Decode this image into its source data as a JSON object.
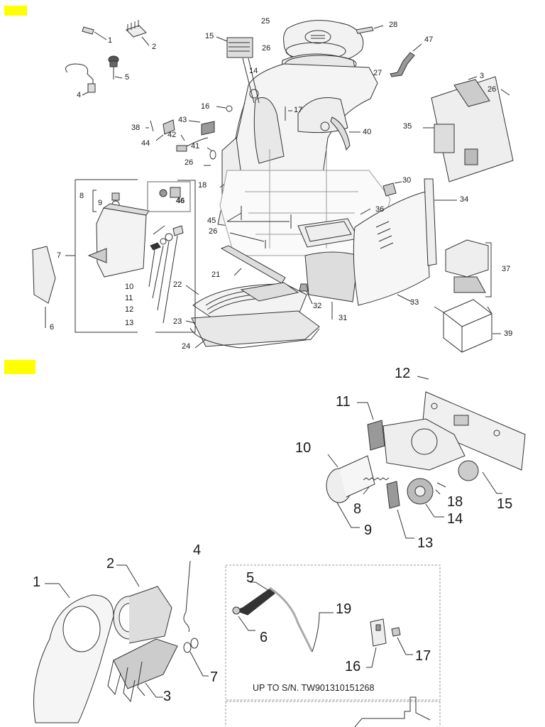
{
  "markers": {
    "color": "#ffff00"
  },
  "section1": {
    "callouts": [
      "1",
      "2",
      "3",
      "4",
      "5",
      "6",
      "7",
      "8",
      "9",
      "10",
      "11",
      "12",
      "13",
      "14",
      "15",
      "16",
      "17",
      "18",
      "21",
      "22",
      "23",
      "24",
      "25",
      "26",
      "26",
      "26",
      "26",
      "27",
      "28",
      "30",
      "31",
      "32",
      "33",
      "34",
      "35",
      "36",
      "37",
      "38",
      "39",
      "40",
      "41",
      "42",
      "43",
      "44",
      "45",
      "46",
      "47"
    ]
  },
  "section2": {
    "callouts": [
      "8",
      "9",
      "10",
      "11",
      "12",
      "13",
      "14",
      "15",
      "18"
    ]
  },
  "section3": {
    "callouts": [
      "1",
      "2",
      "3",
      "4",
      "5",
      "6",
      "7",
      "16",
      "17",
      "19"
    ],
    "note": "UP TO S/N. TW901310151268"
  }
}
